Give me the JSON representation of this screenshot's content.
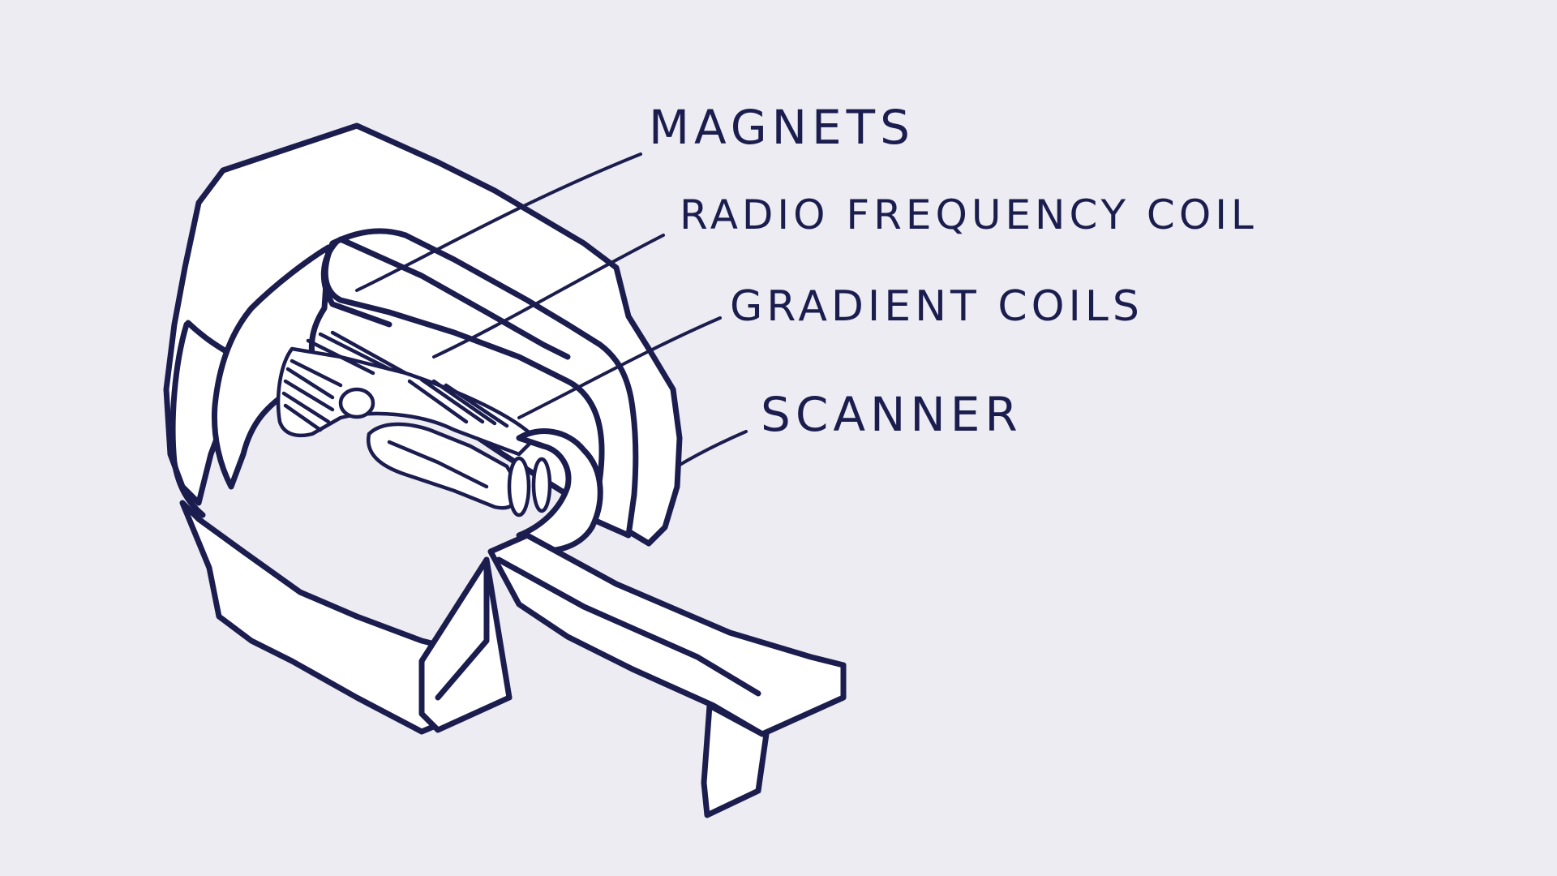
{
  "diagram": {
    "labels": {
      "magnets": "MAGNETS",
      "radio_frequency_coil": "RADIO FREQUENCY COIL",
      "gradient_coils": "GRADIENT COILS",
      "scanner": "SCANNER"
    },
    "colors": {
      "background": "#ececf2",
      "ink": "#1c1d4f",
      "fill": "#ffffff"
    }
  }
}
